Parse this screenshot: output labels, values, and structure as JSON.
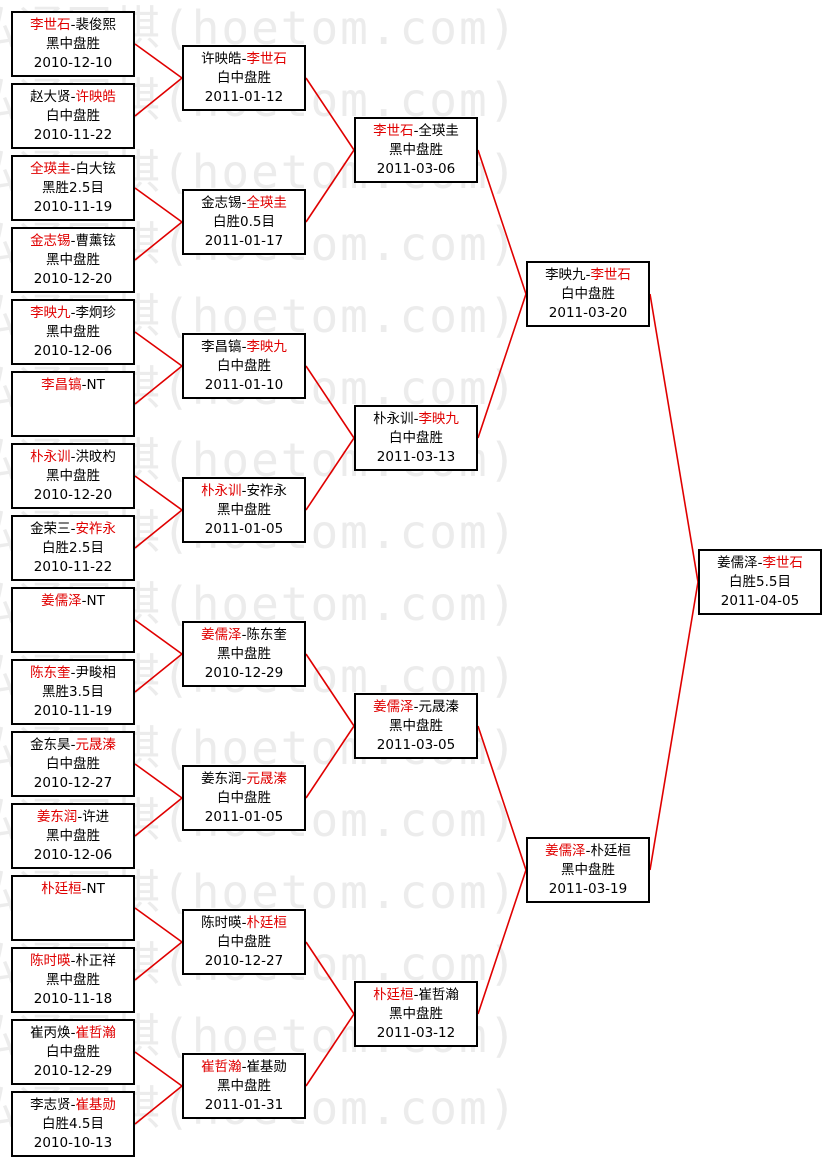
{
  "watermark": "弘通围棋(hoetom.com)",
  "colors": {
    "winner": "#e00000",
    "line": "#e00000",
    "border": "#000000"
  },
  "rounds": [
    {
      "name": "round-1",
      "matches": [
        {
          "p1": "李世石",
          "p2": "裴俊熙",
          "winner": 1,
          "result": "黑中盘胜",
          "date": "2010-12-10"
        },
        {
          "p1": "赵大贤",
          "p2": "许映皓",
          "winner": 2,
          "result": "白中盘胜",
          "date": "2010-11-22"
        },
        {
          "p1": "全瑛圭",
          "p2": "白大铉",
          "winner": 1,
          "result": "黑胜2.5目",
          "date": "2010-11-19"
        },
        {
          "p1": "金志锡",
          "p2": "曹薰铉",
          "winner": 1,
          "result": "黑中盘胜",
          "date": "2010-12-20"
        },
        {
          "p1": "李映九",
          "p2": "李炯珍",
          "winner": 1,
          "result": "黑中盘胜",
          "date": "2010-12-06"
        },
        {
          "p1": "李昌镐",
          "p2": "NT",
          "winner": 1,
          "result": "",
          "date": ""
        },
        {
          "p1": "朴永训",
          "p2": "洪旼杓",
          "winner": 1,
          "result": "黑中盘胜",
          "date": "2010-12-20"
        },
        {
          "p1": "金荣三",
          "p2": "安祚永",
          "winner": 2,
          "result": "白胜2.5目",
          "date": "2010-11-22"
        },
        {
          "p1": "姜儒泽",
          "p2": "NT",
          "winner": 1,
          "result": "",
          "date": ""
        },
        {
          "p1": "陈东奎",
          "p2": "尹畯相",
          "winner": 1,
          "result": "黑胜3.5目",
          "date": "2010-11-19"
        },
        {
          "p1": "金东昊",
          "p2": "元晟溱",
          "winner": 2,
          "result": "白中盘胜",
          "date": "2010-12-27"
        },
        {
          "p1": "姜东润",
          "p2": "许进",
          "winner": 1,
          "result": "黑中盘胜",
          "date": "2010-12-06"
        },
        {
          "p1": "朴廷桓",
          "p2": "NT",
          "winner": 1,
          "result": "",
          "date": ""
        },
        {
          "p1": "陈时暎",
          "p2": "朴正祥",
          "winner": 1,
          "result": "黑中盘胜",
          "date": "2010-11-18"
        },
        {
          "p1": "崔丙焕",
          "p2": "崔哲瀚",
          "winner": 2,
          "result": "白中盘胜",
          "date": "2010-12-29"
        },
        {
          "p1": "李志贤",
          "p2": "崔基勋",
          "winner": 2,
          "result": "白胜4.5目",
          "date": "2010-10-13"
        }
      ]
    },
    {
      "name": "round-2",
      "matches": [
        {
          "p1": "许映皓",
          "p2": "李世石",
          "winner": 2,
          "result": "白中盘胜",
          "date": "2011-01-12"
        },
        {
          "p1": "金志锡",
          "p2": "全瑛圭",
          "winner": 2,
          "result": "白胜0.5目",
          "date": "2011-01-17"
        },
        {
          "p1": "李昌镐",
          "p2": "李映九",
          "winner": 2,
          "result": "白中盘胜",
          "date": "2011-01-10"
        },
        {
          "p1": "朴永训",
          "p2": "安祚永",
          "winner": 1,
          "result": "黑中盘胜",
          "date": "2011-01-05"
        },
        {
          "p1": "姜儒泽",
          "p2": "陈东奎",
          "winner": 1,
          "result": "黑中盘胜",
          "date": "2010-12-29"
        },
        {
          "p1": "姜东润",
          "p2": "元晟溱",
          "winner": 2,
          "result": "白中盘胜",
          "date": "2011-01-05"
        },
        {
          "p1": "陈时暎",
          "p2": "朴廷桓",
          "winner": 2,
          "result": "白中盘胜",
          "date": "2010-12-27"
        },
        {
          "p1": "崔哲瀚",
          "p2": "崔基勋",
          "winner": 1,
          "result": "黑中盘胜",
          "date": "2011-01-31"
        }
      ]
    },
    {
      "name": "round-3",
      "matches": [
        {
          "p1": "李世石",
          "p2": "全瑛圭",
          "winner": 1,
          "result": "黑中盘胜",
          "date": "2011-03-06"
        },
        {
          "p1": "朴永训",
          "p2": "李映九",
          "winner": 2,
          "result": "白中盘胜",
          "date": "2011-03-13"
        },
        {
          "p1": "姜儒泽",
          "p2": "元晟溱",
          "winner": 1,
          "result": "黑中盘胜",
          "date": "2011-03-05"
        },
        {
          "p1": "朴廷桓",
          "p2": "崔哲瀚",
          "winner": 1,
          "result": "黑中盘胜",
          "date": "2011-03-12"
        }
      ]
    },
    {
      "name": "round-4",
      "matches": [
        {
          "p1": "李映九",
          "p2": "李世石",
          "winner": 2,
          "result": "白中盘胜",
          "date": "2011-03-20"
        },
        {
          "p1": "姜儒泽",
          "p2": "朴廷桓",
          "winner": 1,
          "result": "黑中盘胜",
          "date": "2011-03-19"
        }
      ]
    },
    {
      "name": "final",
      "matches": [
        {
          "p1": "姜儒泽",
          "p2": "李世石",
          "winner": 2,
          "result": "白胜5.5目",
          "date": "2011-04-05"
        }
      ]
    }
  ]
}
